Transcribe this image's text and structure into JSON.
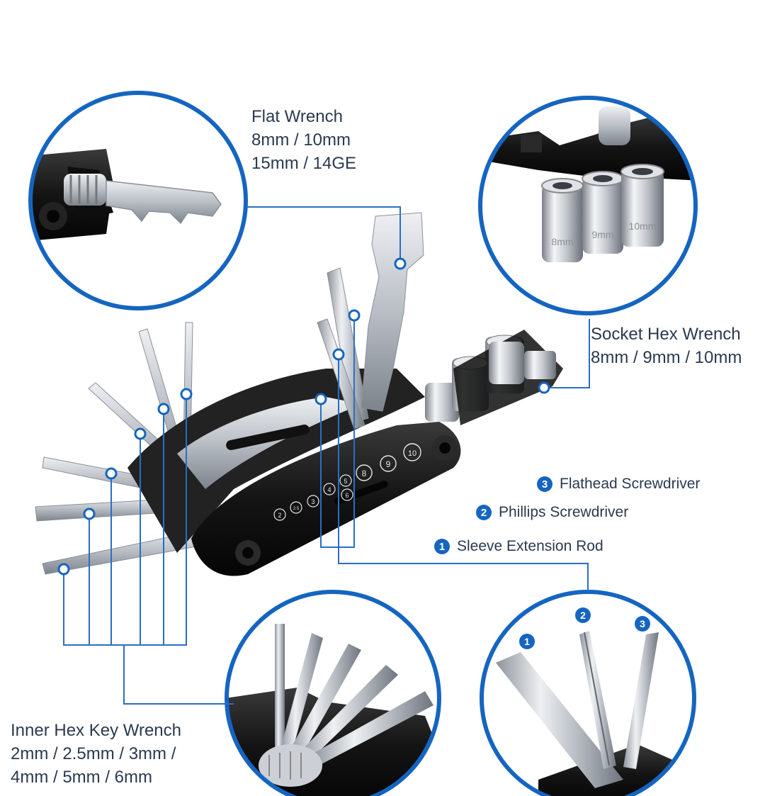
{
  "colors": {
    "accent": "#1565c0",
    "line": "#2a6fc2",
    "text": "#2a3a4e",
    "tool_black": "#161616",
    "steel": "#c8ccd2"
  },
  "callouts": {
    "flat_wrench": {
      "title": "Flat Wrench",
      "line1": "8mm / 10mm",
      "line2": "15mm / 14GE"
    },
    "socket_hex": {
      "title": "Socket Hex Wrench",
      "line1": "8mm / 9mm / 10mm"
    },
    "flathead": {
      "number": "3",
      "text": "Flathead Screwdriver"
    },
    "phillips": {
      "number": "2",
      "text": "Phillips Screwdriver"
    },
    "sleeve": {
      "number": "1",
      "text": "Sleeve Extension Rod"
    },
    "hex_key": {
      "title": "Inner Hex Key Wrench",
      "line1": "2mm / 2.5mm / 3mm /",
      "line2": "4mm / 5mm / 6mm"
    }
  },
  "tool_markings": [
    "2",
    "2.5",
    "3",
    "4",
    "5",
    "6",
    "8",
    "9",
    "10"
  ],
  "socket_markings": [
    "8mm",
    "9mm",
    "10mm"
  ],
  "detail_numbers": [
    "1",
    "2",
    "3"
  ]
}
